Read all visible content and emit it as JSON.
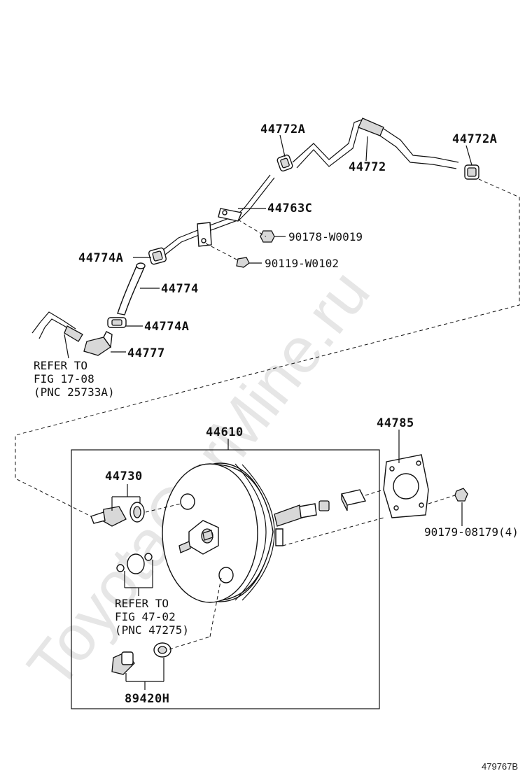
{
  "watermark": "ToyotaCarMine.ru",
  "figure_id": "479767B",
  "callouts": {
    "c44772a_left": "44772A",
    "c44772a_right": "44772A",
    "c44772": "44772",
    "c44763c": "44763C",
    "c90178": "90178-W0019",
    "c44774a_top": "44774A",
    "c90119": "90119-W0102",
    "c44774": "44774",
    "c44774a_bottom": "44774A",
    "c44777": "44777",
    "c44610": "44610",
    "c44785": "44785",
    "c44730": "44730",
    "c90179": "90179-08179(4)",
    "c89420h": "89420H"
  },
  "refer_top": [
    "REFER TO",
    "FIG 17-08",
    "(PNC 25733A)"
  ],
  "refer_mid": [
    "REFER TO",
    "FIG 47-02",
    "(PNC 47275)"
  ]
}
